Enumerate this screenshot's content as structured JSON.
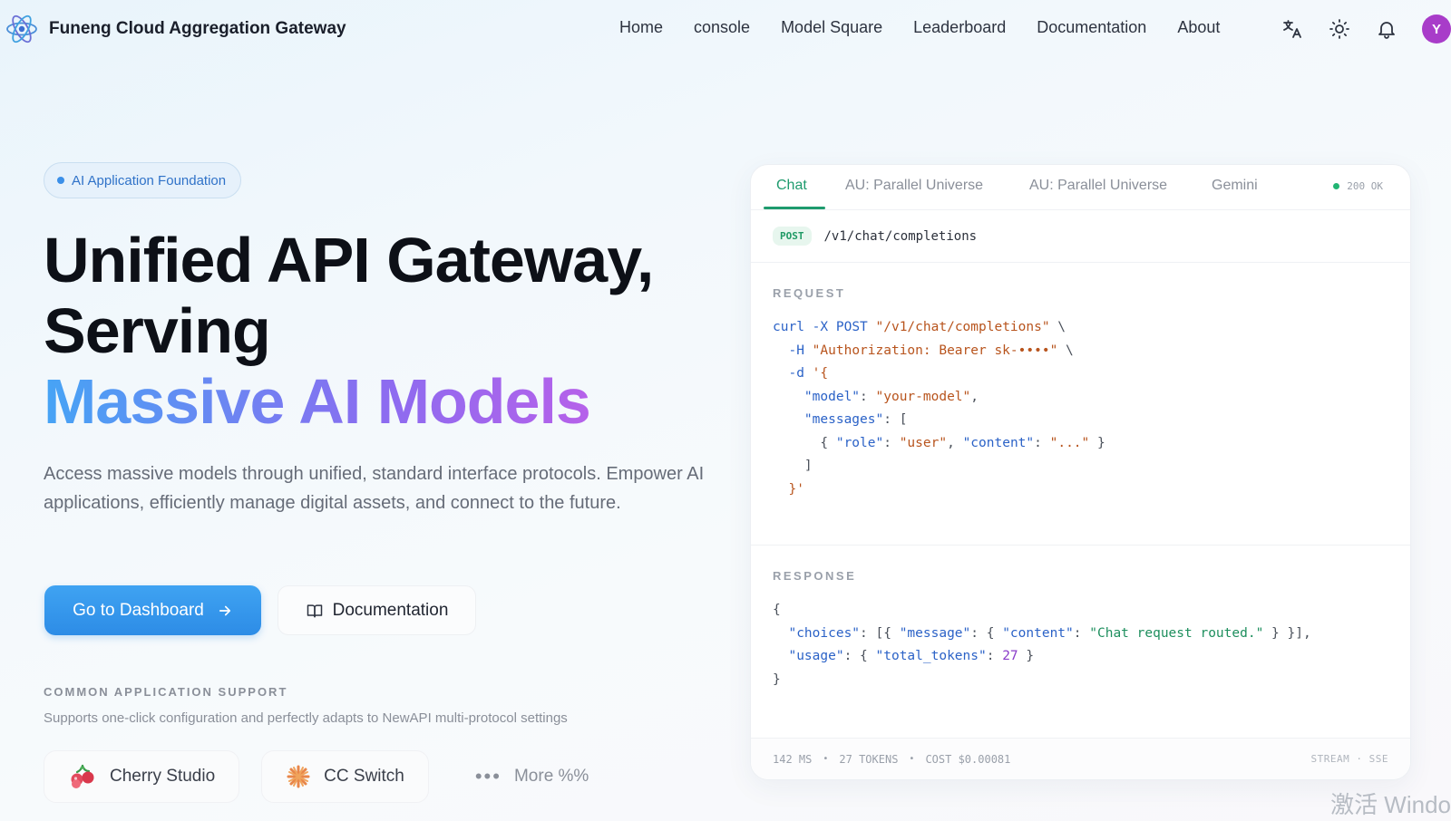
{
  "brand": {
    "name": "Funeng Cloud Aggregation Gateway"
  },
  "nav": {
    "items": [
      "Home",
      "console",
      "Model Square",
      "Leaderboard",
      "Documentation",
      "About"
    ],
    "avatar_letter": "Y"
  },
  "hero": {
    "badge": "AI Application Foundation",
    "headline_line1": "Unified API Gateway,",
    "headline_line2": "Serving",
    "headline_line3": "Massive AI Models",
    "description": "Access massive models through unified, standard interface protocols. Empower AI applications, efficiently manage digital assets, and connect to the future.",
    "primary_button": "Go to Dashboard",
    "secondary_button": "Documentation"
  },
  "support": {
    "label": "COMMON APPLICATION SUPPORT",
    "subtitle": "Supports one-click configuration and perfectly adapts to NewAPI multi-protocol settings",
    "apps": [
      "Cherry Studio",
      "CC Switch",
      "More %%"
    ]
  },
  "card": {
    "tabs": [
      "Chat",
      "AU: Parallel Universe",
      "AU: Parallel Universe",
      "Gemini"
    ],
    "status": "200 OK",
    "method": "POST",
    "path": "/v1/chat/completions",
    "request_label": "REQUEST",
    "response_label": "RESPONSE",
    "footer": {
      "latency": "142 MS",
      "tokens": "27 TOKENS",
      "cost": "COST $0.00081",
      "mode": "STREAM · SSE"
    }
  },
  "watermark": "激活 Windo",
  "colors": {
    "accent": "#2d8ce6",
    "success": "#1e9b6e",
    "avatar": "#a83cc9"
  }
}
